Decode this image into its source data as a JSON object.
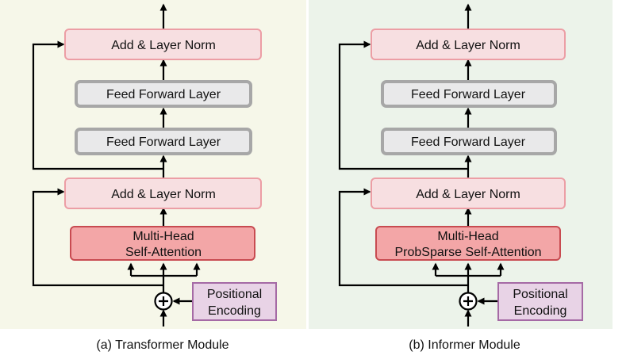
{
  "panels": [
    {
      "id": "transformer",
      "caption": "(a) Transformer Module",
      "background": "#f6f7e9",
      "boxes": {
        "add_norm_top": "Add & Layer Norm",
        "ff_top": "Feed Forward Layer",
        "ff_bottom": "Feed Forward Layer",
        "add_norm_bottom": "Add & Layer Norm",
        "attention": [
          "Multi-Head",
          "Self-Attention"
        ],
        "positional": [
          "Positional",
          "Encoding"
        ]
      }
    },
    {
      "id": "informer",
      "caption": "(b) Informer Module",
      "background": "#ecf3ea",
      "boxes": {
        "add_norm_top": "Add & Layer Norm",
        "ff_top": "Feed Forward Layer",
        "ff_bottom": "Feed Forward Layer",
        "add_norm_bottom": "Add & Layer Norm",
        "attention": [
          "Multi-Head",
          "ProbSparse Self-Attention"
        ],
        "positional": [
          "Positional",
          "Encoding"
        ]
      }
    }
  ],
  "colors": {
    "add_norm_fill": "#f7dfe1",
    "add_norm_stroke": "#ec9ea5",
    "ff_fill": "#e9e9ea",
    "ff_stroke": "#a7a7a7",
    "attention_fill": "#f3a6a7",
    "attention_stroke": "#c84b51",
    "positional_fill": "#e8d3e6",
    "positional_stroke": "#a56aa5",
    "arrow": "#000000"
  }
}
